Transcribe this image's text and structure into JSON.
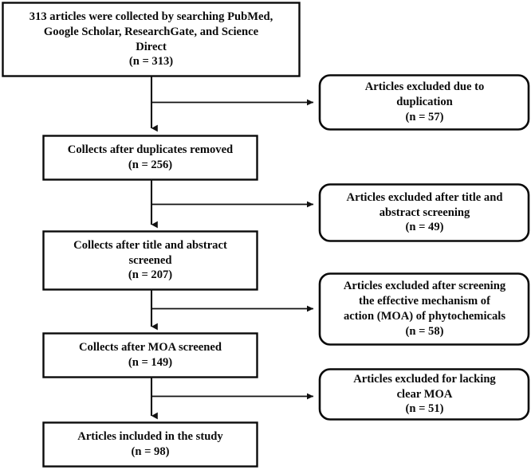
{
  "diagram": {
    "title": "PRISMA-style article selection flowchart",
    "type": "flowchart",
    "stroke_color": "#0a0a0a",
    "fill_color": "#ffffff",
    "text_color": "#0b0b0b"
  },
  "stages": [
    {
      "id": "identification",
      "shape": "rectangle",
      "lines": [
        "313 articles were collected by searching PubMed,",
        "Google Scholar, ResearchGate, and Science",
        "Direct"
      ],
      "count_label": "(n = 313)",
      "count": 313
    },
    {
      "id": "after-duplicates",
      "shape": "rectangle",
      "lines": [
        "Collects after duplicates removed"
      ],
      "count_label": "(n = 256)",
      "count": 256
    },
    {
      "id": "after-title-abstract",
      "shape": "rectangle",
      "lines": [
        "Collects after title and abstract",
        "screened"
      ],
      "count_label": "(n = 207)",
      "count": 207
    },
    {
      "id": "after-moa",
      "shape": "rectangle",
      "lines": [
        "Collects after MOA screened"
      ],
      "count_label": "(n = 149)",
      "count": 149
    },
    {
      "id": "included",
      "shape": "rectangle",
      "lines": [
        "Articles included in the study"
      ],
      "count_label": "(n = 98)",
      "count": 98
    }
  ],
  "exclusions": [
    {
      "id": "excluded-duplication",
      "shape": "rounded-rectangle",
      "lines": [
        "Articles excluded due to",
        "duplication"
      ],
      "count_label": "(n = 57)",
      "count": 57
    },
    {
      "id": "excluded-title-abstract",
      "shape": "rounded-rectangle",
      "lines": [
        "Articles excluded after title and",
        "abstract screening"
      ],
      "count_label": "(n = 49)",
      "count": 49
    },
    {
      "id": "excluded-moa-screening",
      "shape": "rounded-rectangle",
      "lines": [
        "Articles excluded after screening",
        "the effective mechanism of",
        "action (MOA) of phytochemicals"
      ],
      "count_label": "(n = 58)",
      "count": 58
    },
    {
      "id": "excluded-unclear-moa",
      "shape": "rounded-rectangle",
      "lines": [
        "Articles excluded for lacking",
        "clear MOA"
      ],
      "count_label": "(n = 51)",
      "count": 51
    }
  ],
  "connectors": [
    {
      "id": "trunk-1",
      "from": "identification",
      "to": "after-duplicates",
      "kind": "down-arrow"
    },
    {
      "id": "branch-1",
      "from": "identification",
      "to": "excluded-duplication",
      "kind": "right-arrow"
    },
    {
      "id": "trunk-2",
      "from": "after-duplicates",
      "to": "after-title-abstract",
      "kind": "down-arrow"
    },
    {
      "id": "branch-2",
      "from": "after-duplicates",
      "to": "excluded-title-abstract",
      "kind": "right-arrow"
    },
    {
      "id": "trunk-3",
      "from": "after-title-abstract",
      "to": "after-moa",
      "kind": "down-arrow"
    },
    {
      "id": "branch-3",
      "from": "after-title-abstract",
      "to": "excluded-moa-screening",
      "kind": "right-arrow"
    },
    {
      "id": "trunk-4",
      "from": "after-moa",
      "to": "included",
      "kind": "down-arrow"
    },
    {
      "id": "branch-4",
      "from": "after-moa",
      "to": "excluded-unclear-moa",
      "kind": "right-arrow"
    }
  ]
}
